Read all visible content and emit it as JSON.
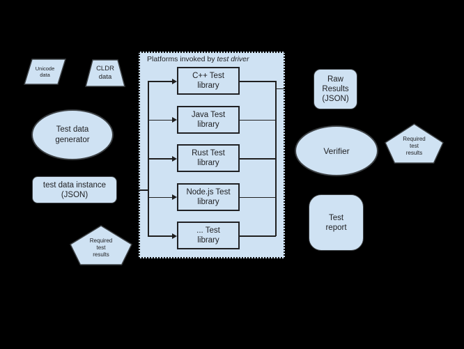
{
  "colors": {
    "background": "#000000",
    "shape_fill": "#cfe2f3",
    "shape_outline": "#3c4043",
    "library_box_border": "#202124",
    "connector": "#1f1f1f",
    "text": "#202124"
  },
  "nodes": {
    "unicode_data": {
      "shape": "parallelogram",
      "label": "Unicode\ndata"
    },
    "cldr_data": {
      "shape": "trapezoid",
      "label": "CLDR\ndata"
    },
    "test_data_generator": {
      "shape": "ellipse",
      "label": "Test data\ngenerator"
    },
    "test_data_instance": {
      "shape": "rounded-rect",
      "label": "test data instance\n(JSON)"
    },
    "required_test_results_left": {
      "shape": "pentagon",
      "label": "Required\ntest\nresults"
    },
    "raw_results": {
      "shape": "rounded-rect",
      "label": "Raw\nResults\n(JSON)"
    },
    "verifier": {
      "shape": "ellipse",
      "label": "Verifier"
    },
    "required_test_results_right": {
      "shape": "pentagon",
      "label": "Required\ntest\nresults"
    },
    "test_report": {
      "shape": "rounded-rect",
      "label": "Test\nreport"
    }
  },
  "platforms": {
    "title_prefix": "Platforms invoked by ",
    "title_italic": "test driver",
    "libraries": [
      {
        "label": "C++ Test\nlibrary"
      },
      {
        "label": "Java Test\nlibrary"
      },
      {
        "label": "Rust Test\nlibrary"
      },
      {
        "label": "Node.js Test\nlibrary"
      },
      {
        "label": "... Test\nlibrary"
      }
    ]
  }
}
